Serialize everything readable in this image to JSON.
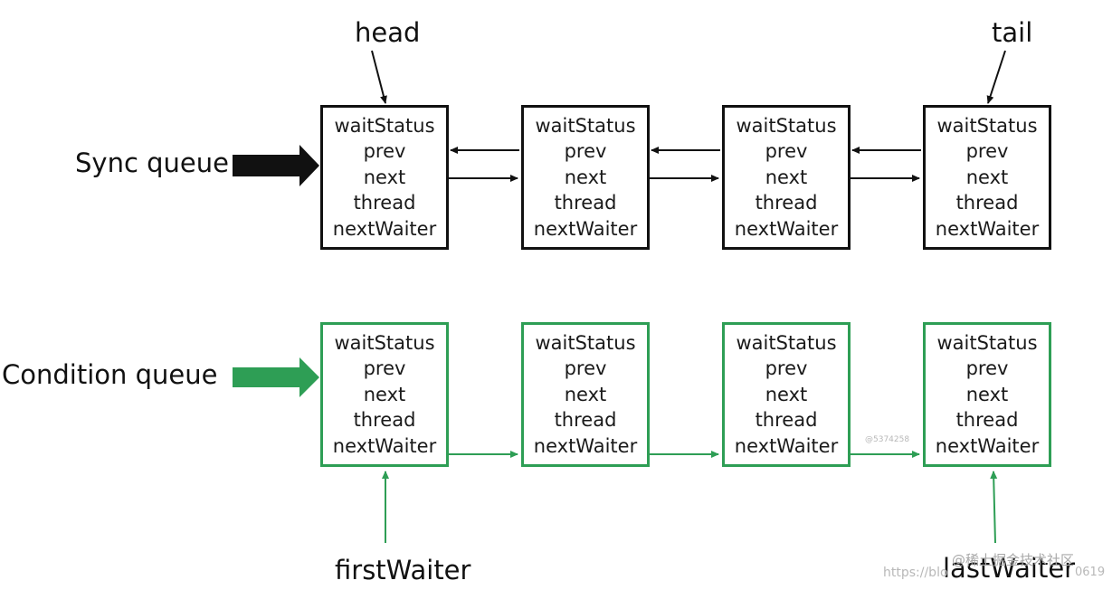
{
  "labels": {
    "head": "head",
    "tail": "tail",
    "sync_queue": "Sync queue",
    "condition_queue": "Condition queue",
    "first_waiter": "firstWaiter",
    "last_waiter": "lastWaiter"
  },
  "node_fields": [
    "waitStatus",
    "prev",
    "next",
    "thread",
    "nextWaiter"
  ],
  "watermarks": {
    "center": "@5374258",
    "url": "https://blo",
    "site": "@稀土掘金技术社区",
    "suffix": "0619"
  },
  "colors": {
    "sync": "#111111",
    "condition": "#2e9e55",
    "text": "#1a1a1a",
    "watermark": "#b8b8b8"
  }
}
